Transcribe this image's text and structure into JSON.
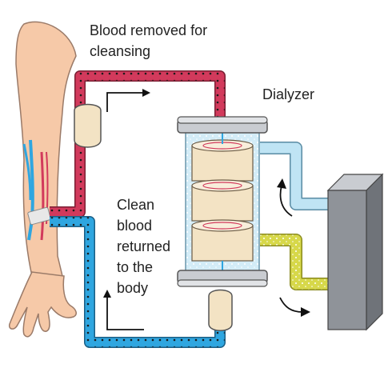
{
  "labels": {
    "removed_line1": "Blood removed for",
    "removed_line2": "cleansing",
    "dialyzer": "Dialyzer",
    "clean_line1": "Clean",
    "clean_line2": "blood",
    "clean_line3": "returned",
    "clean_line4": "to the",
    "clean_line5": "body"
  },
  "colors": {
    "skin": "#f6c9a8",
    "skin_outline": "#9a7a68",
    "artery_tube": "#d23a5c",
    "vein_tube": "#2fa6e0",
    "dialysate_in": "#bfe4f4",
    "dialysate_out": "#d7d84a",
    "machine": "#8f9399",
    "filter_cap": "#c9ccd1",
    "filter_glass": "#cfeaf7",
    "filter_core": "#f3e3c4",
    "chamber": "#f3e3c4"
  }
}
